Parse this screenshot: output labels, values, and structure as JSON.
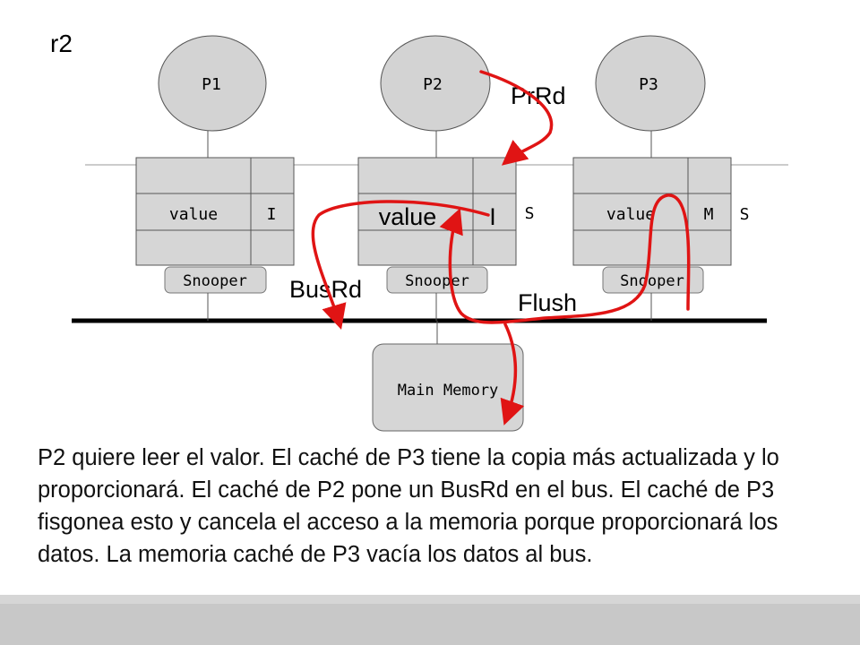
{
  "slide_label": "r2",
  "processors": [
    {
      "id": "p1",
      "label": "P1",
      "value_label": "value",
      "state": "I",
      "next_state": "",
      "snooper_label": "Snooper"
    },
    {
      "id": "p2",
      "label": "P2",
      "value_label": "value",
      "state": "I",
      "next_state": "S",
      "snooper_label": "Snooper"
    },
    {
      "id": "p3",
      "label": "P3",
      "value_label": "value",
      "state": "M",
      "next_state": "S",
      "snooper_label": "Snooper"
    }
  ],
  "memory": {
    "label": "Main Memory"
  },
  "annotations": {
    "prrd": "PrRd",
    "busrd": "BusRd",
    "flush": "Flush"
  },
  "caption": "P2 quiere leer el valor. El caché de P3 tiene la copia más actualizada y lo proporcionará. El caché de P2 pone un BusRd en el bus. El caché de P3 fisgonea esto y cancela el acceso a la memoria porque proporcionará los datos. La memoria caché de P3 vacía los datos al bus.",
  "colors": {
    "processor_fill": "#d3d3d3",
    "cache_fill": "#d6d6d6",
    "arrow": "#e01414",
    "bus": "#000000"
  }
}
